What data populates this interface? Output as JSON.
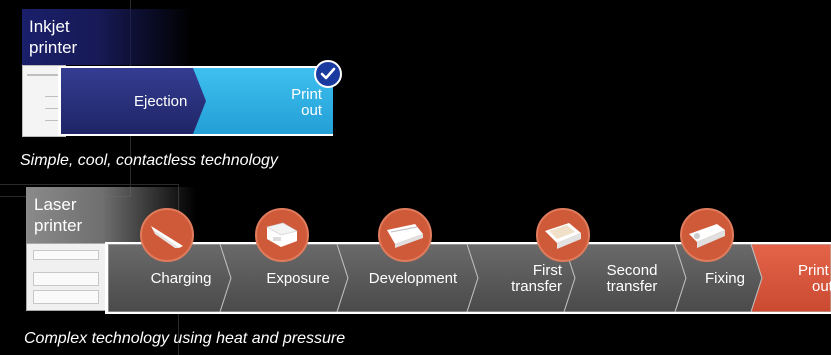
{
  "inkjet": {
    "title_line1": "Inkjet",
    "title_line2": "printer",
    "steps": [
      {
        "label": "Ejection"
      },
      {
        "label_line1": "Print",
        "label_line2": "out"
      }
    ],
    "caption": "Simple, cool, contactless technology"
  },
  "laser": {
    "title_line1": "Laser",
    "title_line2": "printer",
    "steps": [
      {
        "label": "Charging"
      },
      {
        "label": "Exposure"
      },
      {
        "label": "Development"
      },
      {
        "label_line1": "First",
        "label_line2": "transfer"
      },
      {
        "label_line1": "Second",
        "label_line2": "transfer"
      },
      {
        "label": "Fixing"
      },
      {
        "label_line1": "Print",
        "label_line2": "out"
      }
    ],
    "icons": [
      "blade-icon",
      "exposure-unit-icon",
      "developer-unit-icon",
      "transfer-unit-icon",
      "fuser-unit-icon"
    ],
    "caption": "Complex technology using heat and pressure"
  },
  "colors": {
    "inkjet_dark": "#28307e",
    "inkjet_light": "#31b3e6",
    "laser_step": "#5b5b5b",
    "laser_final": "#d9553a",
    "icon_circle": "#cf5a3a"
  }
}
